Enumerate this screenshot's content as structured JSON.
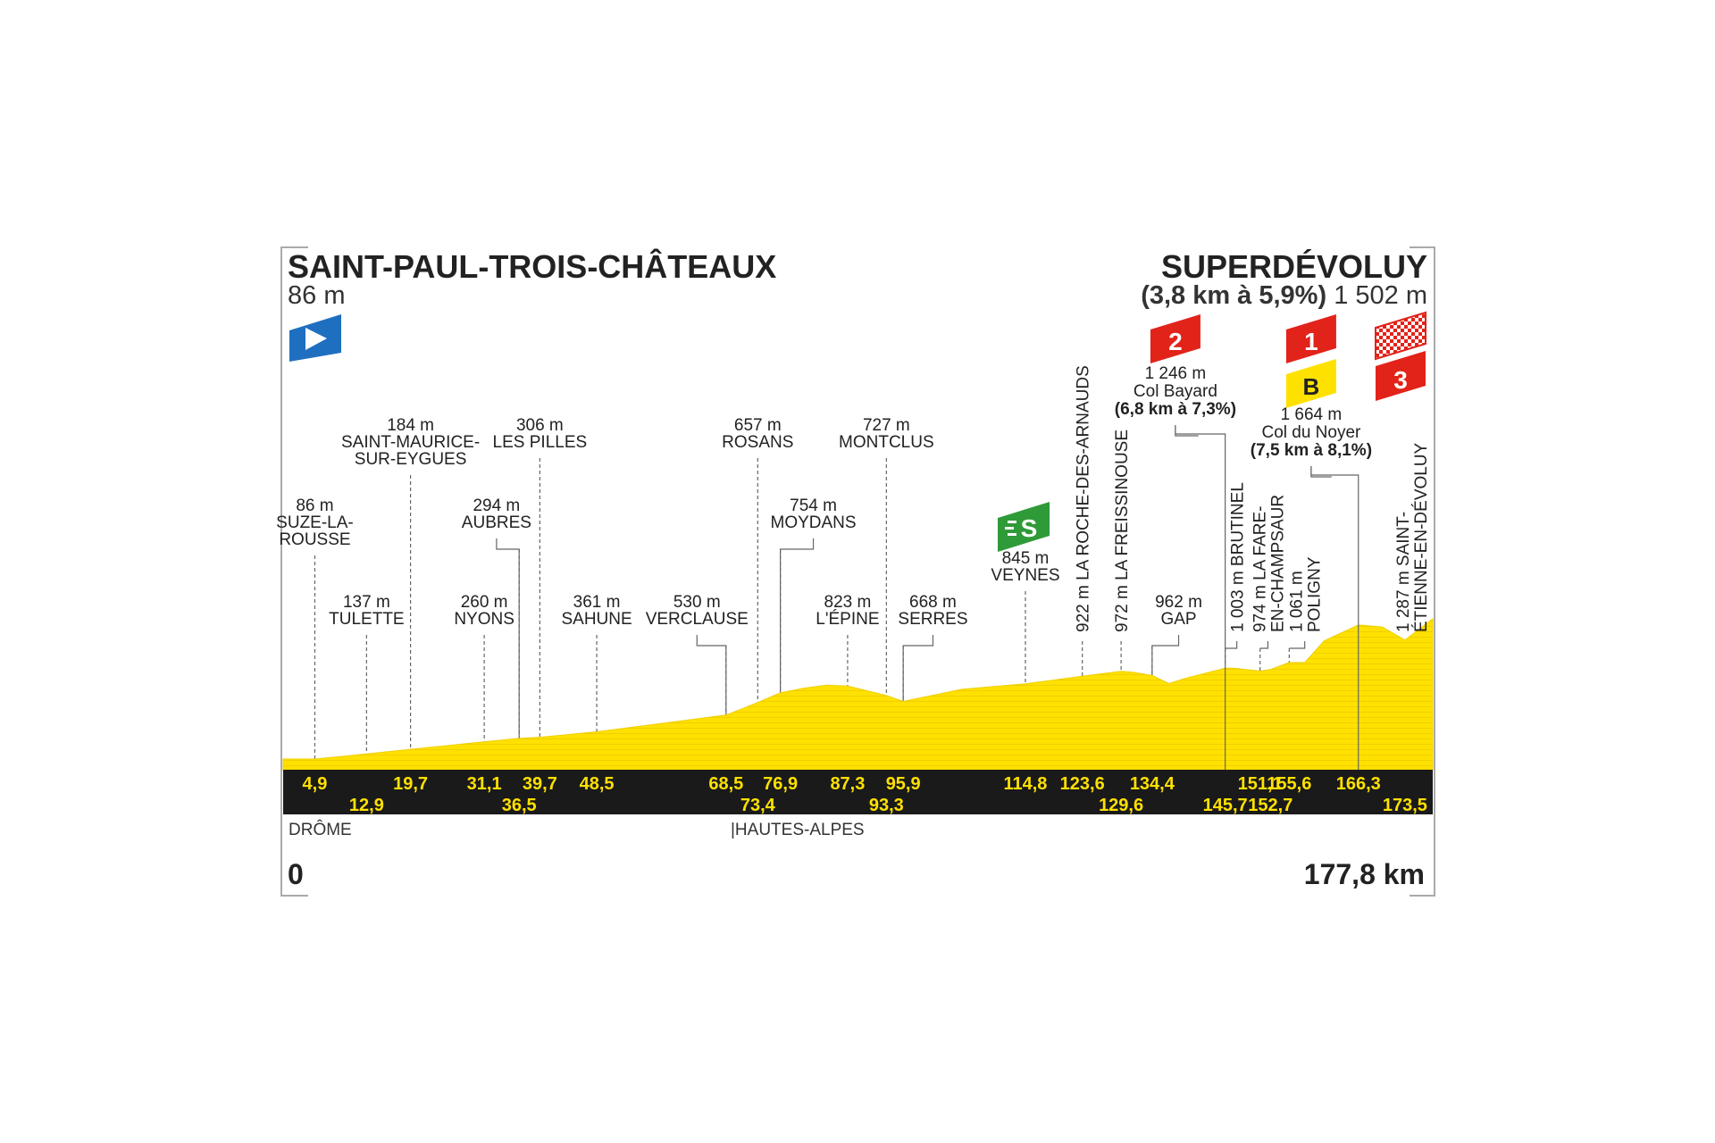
{
  "chart_data": {
    "type": "area",
    "start": {
      "name": "SAINT-PAUL-TROIS-CHÂTEAUX",
      "altitude": "86 m"
    },
    "finish": {
      "name": "SUPERDÉVOLUY",
      "climb": "(3,8 km à 5,9%)",
      "altitude": "1 502 m"
    },
    "x_start_label": "0",
    "x_end_label": "177,8 km",
    "xlim": [
      0,
      177.8
    ],
    "profile": [
      [
        0,
        86
      ],
      [
        4.9,
        86
      ],
      [
        12.9,
        137
      ],
      [
        19.7,
        184
      ],
      [
        31.1,
        260
      ],
      [
        36.5,
        294
      ],
      [
        39.7,
        306
      ],
      [
        48.5,
        361
      ],
      [
        68.5,
        530
      ],
      [
        73.4,
        657
      ],
      [
        76.9,
        754
      ],
      [
        80.5,
        800
      ],
      [
        84.0,
        832
      ],
      [
        87.3,
        823
      ],
      [
        93.3,
        727
      ],
      [
        95.9,
        668
      ],
      [
        105.0,
        790
      ],
      [
        114.8,
        845
      ],
      [
        123.6,
        922
      ],
      [
        129.6,
        972
      ],
      [
        131.5,
        962
      ],
      [
        134.4,
        930
      ],
      [
        137.0,
        848
      ],
      [
        139.5,
        900
      ],
      [
        145.7,
        1003
      ],
      [
        147.0,
        1003
      ],
      [
        151.1,
        974
      ],
      [
        152.7,
        990
      ],
      [
        155.6,
        1061
      ],
      [
        158.0,
        1061
      ],
      [
        161.0,
        1280
      ],
      [
        166.3,
        1440
      ],
      [
        170.0,
        1420
      ],
      [
        173.5,
        1287
      ],
      [
        177.8,
        1502
      ]
    ],
    "distance_markers": [
      {
        "km": 4.9,
        "label": "4,9",
        "row": 1
      },
      {
        "km": 12.9,
        "label": "12,9",
        "row": 2
      },
      {
        "km": 19.7,
        "label": "19,7",
        "row": 1
      },
      {
        "km": 31.1,
        "label": "31,1",
        "row": 1
      },
      {
        "km": 36.5,
        "label": "36,5",
        "row": 2
      },
      {
        "km": 39.7,
        "label": "39,7",
        "row": 1
      },
      {
        "km": 48.5,
        "label": "48,5",
        "row": 1
      },
      {
        "km": 68.5,
        "label": "68,5",
        "row": 1
      },
      {
        "km": 73.4,
        "label": "73,4",
        "row": 2
      },
      {
        "km": 76.9,
        "label": "76,9",
        "row": 1
      },
      {
        "km": 87.3,
        "label": "87,3",
        "row": 1
      },
      {
        "km": 93.3,
        "label": "93,3",
        "row": 2
      },
      {
        "km": 95.9,
        "label": "95,9",
        "row": 1
      },
      {
        "km": 114.8,
        "label": "114,8",
        "row": 1
      },
      {
        "km": 123.6,
        "label": "123,6",
        "row": 1
      },
      {
        "km": 129.6,
        "label": "129,6",
        "row": 2
      },
      {
        "km": 134.4,
        "label": "134,4",
        "row": 1
      },
      {
        "km": 145.7,
        "label": "145,7",
        "row": 2
      },
      {
        "km": 151.1,
        "label": "151,1",
        "row": 1
      },
      {
        "km": 152.7,
        "label": "152,7",
        "row": 2
      },
      {
        "km": 155.6,
        "label": "155,6",
        "row": 1
      },
      {
        "km": 166.3,
        "label": "166,3",
        "row": 1
      },
      {
        "km": 173.5,
        "label": "173,5",
        "row": 2
      }
    ],
    "places": [
      {
        "km": 4.9,
        "lines": [
          "86 m",
          "SUZE-LA-",
          "ROUSSE"
        ],
        "level": "mid",
        "id": "suze-la-rousse"
      },
      {
        "km": 12.9,
        "lines": [
          "137 m",
          "TULETTE"
        ],
        "level": "low",
        "id": "tulette"
      },
      {
        "km": 19.7,
        "lines": [
          "184 m",
          "SAINT-MAURICE-",
          "SUR-EYGUES"
        ],
        "level": "high",
        "id": "saint-maurice-sur-eygues"
      },
      {
        "km": 31.1,
        "lines": [
          "260 m",
          "NYONS"
        ],
        "level": "low",
        "id": "nyons"
      },
      {
        "km": 36.5,
        "lines": [
          "294 m",
          "AUBRES"
        ],
        "level": "mid",
        "label_km": 33.0,
        "id": "aubres"
      },
      {
        "km": 39.7,
        "lines": [
          "306 m",
          "LES PILLES"
        ],
        "level": "high",
        "id": "les-pilles"
      },
      {
        "km": 48.5,
        "lines": [
          "361 m",
          "SAHUNE"
        ],
        "level": "low",
        "id": "sahune"
      },
      {
        "km": 68.5,
        "lines": [
          "530 m",
          "VERCLAUSE"
        ],
        "level": "low",
        "label_km": 64.0,
        "id": "verclause"
      },
      {
        "km": 73.4,
        "lines": [
          "657 m",
          "ROSANS"
        ],
        "level": "high",
        "id": "rosans"
      },
      {
        "km": 76.9,
        "lines": [
          "754 m",
          "MOYDANS"
        ],
        "level": "mid",
        "label_km": 82.0,
        "id": "moydans"
      },
      {
        "km": 87.3,
        "lines": [
          "823 m",
          "L'ÉPINE"
        ],
        "level": "low",
        "id": "l-epine"
      },
      {
        "km": 93.3,
        "lines": [
          "727 m",
          "MONTCLUS"
        ],
        "level": "high",
        "id": "montclus"
      },
      {
        "km": 95.9,
        "lines": [
          "668 m",
          "SERRES"
        ],
        "level": "low",
        "label_km": 100.5,
        "id": "serres"
      },
      {
        "km": 114.8,
        "lines": [
          "845 m",
          "VEYNES"
        ],
        "level": "veynes",
        "id": "veynes"
      },
      {
        "km": 134.4,
        "lines": [
          "962 m",
          "GAP"
        ],
        "level": "low",
        "label_km": 138.5,
        "id": "gap"
      }
    ],
    "vertical_places": [
      {
        "km": 123.6,
        "text": "922 m LA ROCHE-DES-ARNAUDS",
        "id": "la-roche-des-arnauds"
      },
      {
        "km": 129.6,
        "text": "972 m LA FREISSINOUSE",
        "id": "la-freissinouse"
      },
      {
        "km": 145.7,
        "text": "1 003 m BRUTINEL",
        "id": "brutinel",
        "label_km": 147.5
      },
      {
        "km": 151.1,
        "text": "974 m LA FARE-|EN-CHAMPSAUR",
        "id": "la-fare-en-champsaur",
        "label_km": 152.3
      },
      {
        "km": 155.6,
        "text": "1 061 m|POLIGNY",
        "id": "poligny",
        "label_km": 158.0
      },
      {
        "km": 173.5,
        "text": "1 287 m SAINT-|ÉTIENNE-EN-DÉVOLUY",
        "id": "saint-etienne-en-devoluy",
        "label_km": 174.5
      }
    ],
    "climbs": [
      {
        "km": 145.7,
        "category": "2",
        "altitude": "1 246 m",
        "name": "Col Bayard",
        "detail": "(6,8 km à 7,3%)",
        "label_km": 138.0,
        "id": "col-bayard"
      },
      {
        "km": 166.3,
        "category": "1",
        "altitude": "1 664 m",
        "name": "Col du Noyer",
        "detail": "(7,5 km à 8,1%)",
        "label_km": 159.0,
        "id": "col-du-noyer",
        "bonus": "B"
      }
    ],
    "sprint": {
      "km": 114.8,
      "label": "S"
    },
    "finish_category": "3",
    "departments": [
      {
        "km": 0,
        "label": "DRÔME"
      },
      {
        "km": 69.0,
        "label": "|HAUTES-ALPES"
      }
    ],
    "colors": {
      "profile": "#ffe100",
      "band": "#1a1a1a",
      "band_text": "#ffe100",
      "frame": "#aaaaaa",
      "leader": "#555555",
      "start_flag": "#1f6fc0",
      "sprint": "#2f9a38",
      "kom_red": "#e2231a",
      "bonus": "#ffe100"
    }
  }
}
